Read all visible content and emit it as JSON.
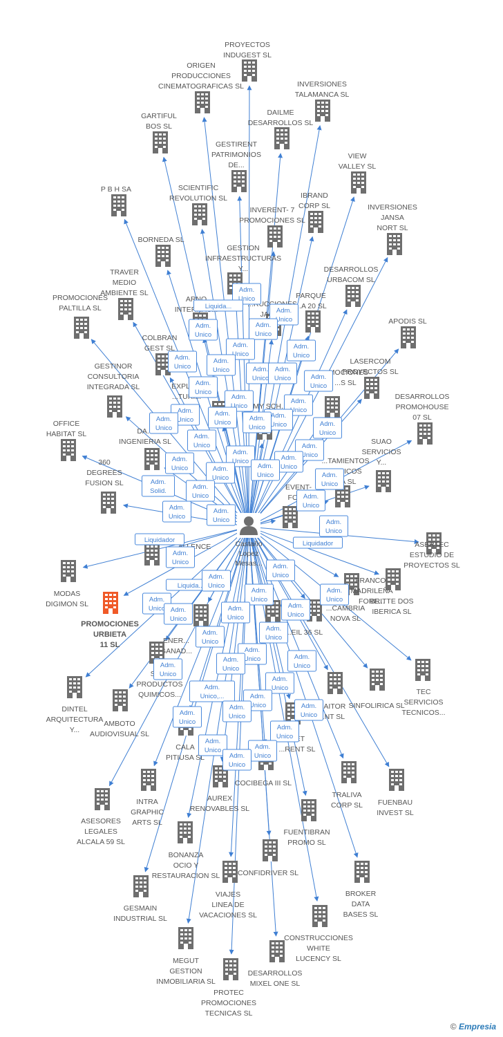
{
  "colors": {
    "edge": "#3f7fd3",
    "node": "#6e6e6e",
    "highlight": "#f05a28",
    "label": "#555555",
    "badge_text": "#3f7fd3",
    "badge_border": "#4a89dc"
  },
  "center": {
    "name": [
      "Castaño",
      "Lopez",
      "Mesas..."
    ],
    "icon": "person-icon"
  },
  "highlight": {
    "name": [
      "PROMOCIONES",
      "URBIETA",
      "11 SL"
    ],
    "icon": "building-icon"
  },
  "companies": [
    {
      "name": [
        "PROYECTOS",
        "INDUGEST SL"
      ]
    },
    {
      "name": [
        "ORIGEN",
        "PRODUCCIONES",
        "CINEMATOGRAFICAS SL"
      ]
    },
    {
      "name": [
        "INVERSIONES",
        "TALAMANCA SL"
      ]
    },
    {
      "name": [
        "DAILME",
        "DESARROLLOS SL"
      ]
    },
    {
      "name": [
        "GARTIFUL",
        "BOS SL"
      ]
    },
    {
      "name": [
        "GESTIRENT",
        "PATRIMONIOS",
        "DE..."
      ]
    },
    {
      "name": [
        "VIEW",
        "VALLEY SL"
      ]
    },
    {
      "name": [
        "P B H SA"
      ]
    },
    {
      "name": [
        "SCIENTIFIC",
        "REVOLUTION SL"
      ]
    },
    {
      "name": [
        "IBRAND",
        "CORP SL"
      ]
    },
    {
      "name": [
        "INVERSIONES",
        "JANSA",
        "NORT SL"
      ]
    },
    {
      "name": [
        "INVERENT- 7",
        "PROMOCIONES SL"
      ]
    },
    {
      "name": [
        "BORNEDA SL"
      ]
    },
    {
      "name": [
        "GESTION",
        "INFRAESTRUCTURAS",
        "Y..."
      ]
    },
    {
      "name": [
        "DESARROLLOS",
        "URBACOM SL"
      ]
    },
    {
      "name": [
        "TRAVER",
        "MEDIO",
        "AMBIENTE SL"
      ]
    },
    {
      "name": [
        "PARQUE",
        "...A 20 SL"
      ]
    },
    {
      "name": [
        "PROMOCIONES",
        "PALTILLA SL"
      ]
    },
    {
      "name": [
        "ARNO",
        "INTERNAC..."
      ]
    },
    {
      "name": [
        "...RUCCIONES",
        "JASA..."
      ]
    },
    {
      "name": [
        "APODIS SL"
      ]
    },
    {
      "name": [
        "COLBRAN",
        "GEST SL"
      ]
    },
    {
      "name": [
        "LASERCOM",
        "PROYECTOS SL"
      ]
    },
    {
      "name": [
        "GESTINOR",
        "CONSULTORIA",
        "INTEGRADA SL"
      ]
    },
    {
      "name": [
        "...MOCIONES",
        "...S SL"
      ]
    },
    {
      "name": [
        "EXPLO...",
        "...TURI..."
      ]
    },
    {
      "name": [
        "DESARROLLOS",
        "PROMOHOUSE",
        "07 SL"
      ]
    },
    {
      "name": [
        "MY SCH..."
      ]
    },
    {
      "name": [
        "OFFICE",
        "HABITAT SL"
      ]
    },
    {
      "name": [
        "DA...",
        "INGENIERIA SL"
      ]
    },
    {
      "name": [
        "SUAO",
        "SERVICIOS",
        "Y..."
      ]
    },
    {
      "name": [
        "...TAMIENTOS",
        "...ALICOS",
        "...A SL"
      ]
    },
    {
      "name": [
        "360",
        "DEGREES",
        "FUSION SL"
      ]
    },
    {
      "name": [
        "EVENT-",
        "FOR..."
      ]
    },
    {
      "name": [
        "ASERTEC",
        "ESTUDIO DE",
        "PROYECTOS SL"
      ]
    },
    {
      "name": [
        "...ALLENCE"
      ]
    },
    {
      "name": [
        "MODAS",
        "DIGIMON SL"
      ]
    },
    {
      "name": [
        "FRANCO-",
        "MADRILEÑA",
        "FORE..."
      ]
    },
    {
      "name": [
        "BRITTE DOS",
        "IBERICA SL"
      ]
    },
    {
      "name": [
        "...CAMBRIA",
        "NOVA SL"
      ]
    },
    {
      "name": [
        "...EIL 36 SL"
      ]
    },
    {
      "name": [
        "ENER...",
        "GANAD..."
      ]
    },
    {
      "name": [
        "DINTEL",
        "ARQUITECTURA",
        "Y..."
      ]
    },
    {
      "name": [
        "SIG...",
        "PRODUCTOS",
        "QUIMICOS..."
      ]
    },
    {
      "name": [
        "TEC",
        "SERVICIOS",
        "TECNICOS..."
      ]
    },
    {
      "name": [
        "...AITOR",
        "...NT SL"
      ]
    },
    {
      "name": [
        "SINFOLIRICA SL"
      ]
    },
    {
      "name": [
        "AMBOTO",
        "AUDIOVISUAL SL"
      ]
    },
    {
      "name": [
        "CALA",
        "PITIUSA SL"
      ]
    },
    {
      "name": [
        "...ET",
        "...RENT SL"
      ]
    },
    {
      "name": [
        "INTRA",
        "GRAPHIC",
        "ARTS SL"
      ]
    },
    {
      "name": [
        "ASESORES",
        "LEGALES",
        "ALCALA 59 SL"
      ]
    },
    {
      "name": [
        "AUREX",
        "RENOVABLES SL"
      ]
    },
    {
      "name": [
        "COCIBEGA III SL"
      ]
    },
    {
      "name": [
        "TRALIVA",
        "CORP SL"
      ]
    },
    {
      "name": [
        "FUENBAU",
        "INVEST SL"
      ]
    },
    {
      "name": [
        "FUENTIBRAN",
        "PROMO SL"
      ]
    },
    {
      "name": [
        "BONANZA",
        "OCIO Y",
        "RESTAURACION SL"
      ]
    },
    {
      "name": [
        "CONFIDRIVER SL"
      ]
    },
    {
      "name": [
        "BROKER",
        "DATA",
        "BASES SL"
      ]
    },
    {
      "name": [
        "GESMAIN",
        "INDUSTRIAL SL"
      ]
    },
    {
      "name": [
        "VIAJES",
        "LINEA DE",
        "VACACIONES SL"
      ]
    },
    {
      "name": [
        "CONSTRUCCIONES",
        "WHITE",
        "LUCENCY SL"
      ]
    },
    {
      "name": [
        "MEGUT",
        "GESTION",
        "INMOBILIARIA SL"
      ]
    },
    {
      "name": [
        "DESARROLLOS",
        "MIXEL ONE SL"
      ]
    },
    {
      "name": [
        "PROTEC",
        "PROMOCIONES",
        "TECNICAS SL"
      ]
    }
  ],
  "badges": [
    {
      "text": [
        "Adm.",
        "Unico"
      ]
    },
    {
      "text": [
        "Liquida..."
      ]
    },
    {
      "text": [
        "Adm.",
        "Unico"
      ]
    },
    {
      "text": [
        "Adm.",
        "Unico"
      ]
    },
    {
      "text": [
        "Adm.",
        "Unico"
      ]
    },
    {
      "text": [
        "Adm.",
        "Unico"
      ]
    },
    {
      "text": [
        "Adm.",
        "Unico"
      ]
    },
    {
      "text": [
        "Adm.",
        "Unico"
      ]
    },
    {
      "text": [
        "Adm.",
        "Unico"
      ]
    },
    {
      "text": [
        "Adm.",
        "Unico"
      ]
    },
    {
      "text": [
        "Adm.",
        "Unico"
      ]
    },
    {
      "text": [
        "Adm.",
        "Unico"
      ]
    },
    {
      "text": [
        "Adm.",
        "Unico"
      ]
    },
    {
      "text": [
        "Adm.",
        "Unico"
      ]
    },
    {
      "text": [
        "Adm.",
        "Unico"
      ]
    },
    {
      "text": [
        "Adm.",
        "Unico"
      ]
    },
    {
      "text": [
        "Adm.",
        "Unico"
      ]
    },
    {
      "text": [
        "Adm.",
        "Unico"
      ]
    },
    {
      "text": [
        "Adm.",
        "Unico"
      ]
    },
    {
      "text": [
        "Adm.",
        "Unico"
      ]
    },
    {
      "text": [
        "Adm.",
        "Unico"
      ]
    },
    {
      "text": [
        "Adm.",
        "Unico"
      ]
    },
    {
      "text": [
        "Adm.",
        "Unico"
      ]
    },
    {
      "text": [
        "Adm.",
        "Unico"
      ]
    },
    {
      "text": [
        "Adm.",
        "Unico"
      ]
    },
    {
      "text": [
        "Adm.",
        "Unico"
      ]
    },
    {
      "text": [
        "Adm.",
        "Unico"
      ]
    },
    {
      "text": [
        "Adm.",
        "Solid."
      ]
    },
    {
      "text": [
        "Adm.",
        "Unico"
      ]
    },
    {
      "text": [
        "Adm.",
        "Unico"
      ]
    },
    {
      "text": [
        "Adm.",
        "Unico"
      ]
    },
    {
      "text": [
        "Adm.",
        "Unico"
      ]
    },
    {
      "text": [
        "Adm.",
        "Unico"
      ]
    },
    {
      "text": [
        "Adm.",
        "Unico"
      ]
    },
    {
      "text": [
        "Liquidador"
      ]
    },
    {
      "text": [
        "Liquidador"
      ]
    },
    {
      "text": [
        "Adm.",
        "Unico"
      ]
    },
    {
      "text": [
        "Adm.",
        "Unico"
      ]
    },
    {
      "text": [
        "Adm.",
        "Unico"
      ]
    },
    {
      "text": [
        "Liquida..."
      ]
    },
    {
      "text": [
        "Adm.",
        "Unico"
      ]
    },
    {
      "text": [
        "Adm.",
        "Unico"
      ]
    },
    {
      "text": [
        "Adm.",
        "Unico"
      ]
    },
    {
      "text": [
        "Adm.",
        "Unico"
      ]
    },
    {
      "text": [
        "Adm.",
        "Unico"
      ]
    },
    {
      "text": [
        "Adm.",
        "Unico"
      ]
    },
    {
      "text": [
        "Adm.",
        "Unico"
      ]
    },
    {
      "text": [
        "Adm.",
        "Unico"
      ]
    },
    {
      "text": [
        "Adm.",
        "Unico"
      ]
    },
    {
      "text": [
        "Adm.",
        "Unico"
      ]
    },
    {
      "text": [
        "Adm.",
        "Unico"
      ]
    },
    {
      "text": [
        "Adm.",
        "Unico"
      ]
    },
    {
      "text": [
        "Adm.",
        "Unico"
      ]
    },
    {
      "text": [
        "Adm.",
        "Unico,..."
      ]
    },
    {
      "text": [
        "Adm.",
        "Unico"
      ]
    },
    {
      "text": [
        "Adm.",
        "Unico"
      ]
    },
    {
      "text": [
        "Adm.",
        "Unico"
      ]
    },
    {
      "text": [
        "Adm.",
        "Unico"
      ]
    },
    {
      "text": [
        "Adm.",
        "Unico"
      ]
    },
    {
      "text": [
        "Adm.",
        "Unico"
      ]
    },
    {
      "text": [
        "Adm.",
        "Unico"
      ]
    },
    {
      "text": [
        "Adm.",
        "Unico"
      ]
    },
    {
      "text": [
        "Adm.",
        "Unico"
      ]
    }
  ],
  "footer": {
    "symbol": "©",
    "brand": "Empresia"
  }
}
